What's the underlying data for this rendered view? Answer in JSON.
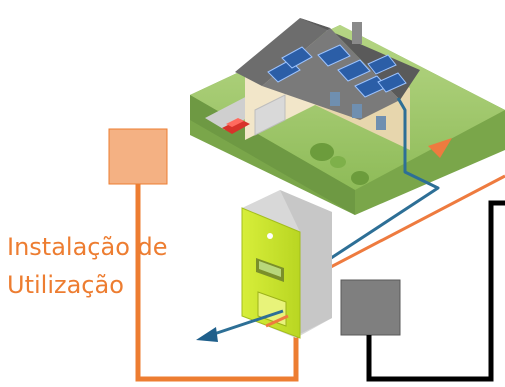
{
  "label": {
    "line1": "Instalação de",
    "line2": "Utilização"
  },
  "colors": {
    "orange_line": "#ed7d31",
    "orange_box_fill": "#f4b183",
    "black_line": "#000000",
    "grey_box_fill": "#7f7f7f",
    "meter_green": "#c8e22a",
    "meter_grey": "#dcdcdc",
    "pipe_blue": "#2d6f96",
    "pipe_orange": "#ee7b3f",
    "roof": "#6a6a6a",
    "lawn": "#9cc46a"
  },
  "icons": [
    "house-illustration",
    "solar-panel-icon",
    "car-icon",
    "tree-icon",
    "electric-meter-icon",
    "arrow-left-icon",
    "arrow-up-icon"
  ]
}
